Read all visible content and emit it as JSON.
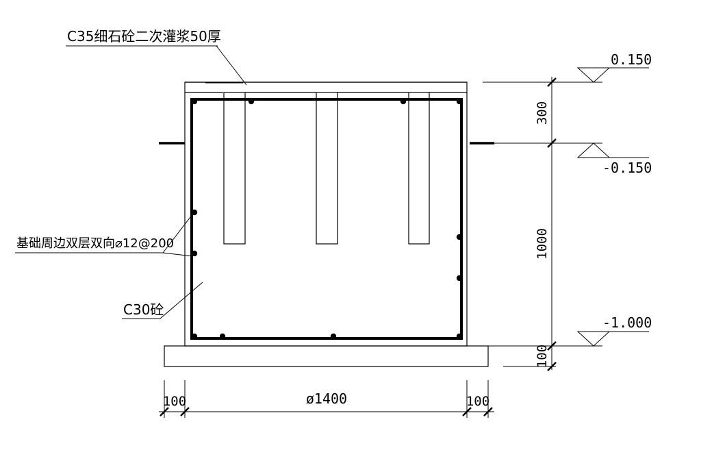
{
  "labels": {
    "grout_note": "C35细石砼二次灌浆50厚",
    "rebar_note": "基础周边双层双向⌀12@200",
    "concrete_note": "C30砼"
  },
  "elevations": {
    "top": "0.150",
    "ground": "-0.150",
    "bottom": "-1.000"
  },
  "dimensions": {
    "vertical_upper": "300",
    "vertical_middle": "1000",
    "vertical_lower": "100",
    "horizontal_left": "100",
    "horizontal_middle": "ø1400",
    "horizontal_right": "100"
  }
}
